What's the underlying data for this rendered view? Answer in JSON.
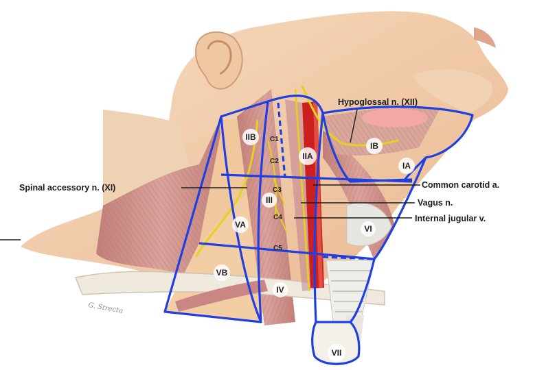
{
  "labels": {
    "hypoglossal": "Hypoglossal n. (XII)",
    "spinal_accessory": "Spinal accessory n. (XI)",
    "common_carotid": "Common carotid a.",
    "vagus": "Vagus n.",
    "internal_jugular": "Internal jugular v."
  },
  "levels": {
    "IA": "IA",
    "IB": "IB",
    "IIA": "IIA",
    "IIB": "IIB",
    "III": "III",
    "IV": "IV",
    "VA": "VA",
    "VB": "VB",
    "VI": "VI",
    "VII": "VII"
  },
  "vertebrae": {
    "C1": "C1",
    "C2": "C2",
    "C3": "C3",
    "C4": "C4",
    "C5": "C5"
  },
  "signature": "G. Strecta",
  "colors": {
    "boundary": "#1f3fe0",
    "muscle": "#c98e87",
    "skin": "#f2cfa8",
    "artery": "#cc1f1f",
    "nerve": "#e3d21e"
  }
}
